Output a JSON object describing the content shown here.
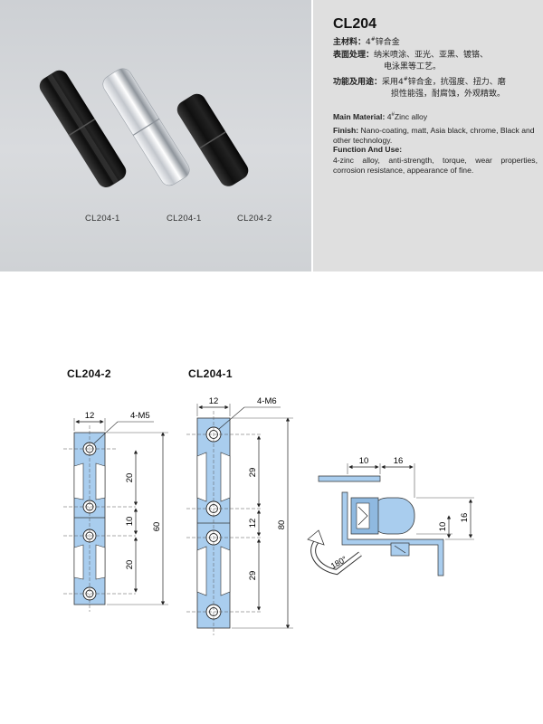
{
  "product": {
    "model": "CL204",
    "cn_material_label": "主材料：",
    "cn_material_value": "4",
    "cn_material_suffix": "锌合金",
    "cn_finish_label": "表面处理：",
    "cn_finish_line1": "纳米喷涂、亚光、亚黑、镀铬、",
    "cn_finish_line2": "电泳黑等工艺。",
    "cn_use_label": "功能及用途：",
    "cn_use_line1_a": "采用4",
    "cn_use_line1_b": "锌合金，抗强度、扭力、磨",
    "cn_use_line2": "损性能强，耐腐蚀，外观精致。",
    "cn_sharp": "#",
    "en_material_label": "Main Material:",
    "en_material_value": " 4",
    "en_material_suffix": "Zinc alloy",
    "en_finish_label": "Finish:",
    "en_finish_text": " Nano-coating, matt, Asia black, chrome, Black and other technology.",
    "en_use_label": "Function And Use:",
    "en_use_text": "4-zinc alloy, anti-strength, torque, wear properties, corrosion resistance, appearance of fine."
  },
  "photo_labels": [
    "CL204-1",
    "CL204-1",
    "CL204-2"
  ],
  "drawings": {
    "left_title": "CL204-2",
    "right_title": "CL204-1",
    "left": {
      "width": "12",
      "holes": "4-M5",
      "dim_a": "20",
      "dim_b": "10",
      "dim_c": "20",
      "total": "60"
    },
    "right": {
      "width": "12",
      "holes": "4-M6",
      "dim_a": "29",
      "dim_b": "12",
      "dim_c": "29",
      "total": "80"
    },
    "side": {
      "top_a": "10",
      "top_b": "16",
      "right_a": "10",
      "right_b": "16",
      "rotation": "180°"
    }
  },
  "colors": {
    "hinge_blue": "#a9cdee",
    "black_hinge": "#1a1a1a",
    "chrome": "#c9ccd1"
  }
}
